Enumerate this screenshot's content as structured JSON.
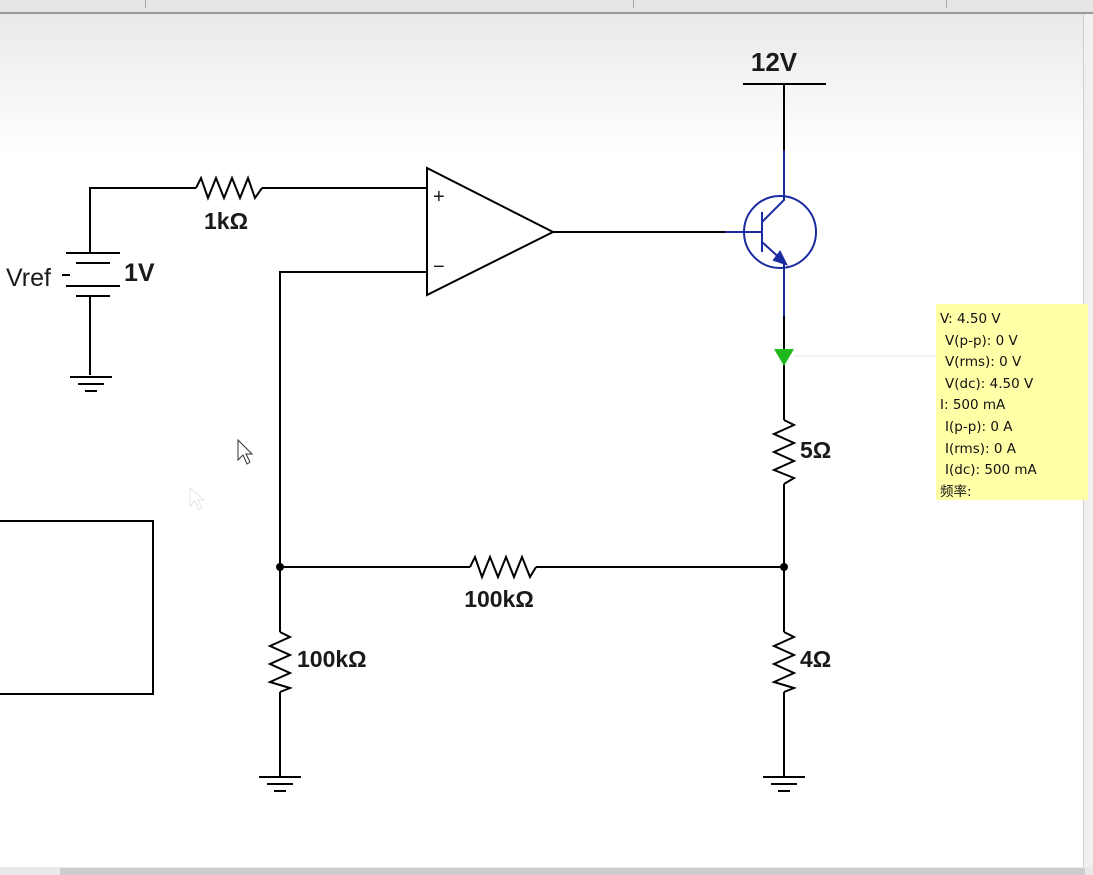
{
  "schematic": {
    "supply_label": "12V",
    "vref_label": "Vref",
    "vref_value": "1V",
    "resistors": {
      "r_input": "1kΩ",
      "r_feedback": "100kΩ",
      "r_ground": "100kΩ",
      "r_top": "5Ω",
      "r_bottom": "4Ω"
    },
    "opamp": {
      "plus": "+",
      "minus": "−"
    }
  },
  "probe": {
    "v": "V: 4.50 V",
    "v_pp": "V(p-p): 0 V",
    "v_rms": "V(rms): 0 V",
    "v_dc": "V(dc): 4.50 V",
    "i": "I: 500 mA",
    "i_pp": "I(p-p): 0 A",
    "i_rms": "I(rms): 0 A",
    "i_dc": "I(dc): 500 mA",
    "freq": "频率:"
  },
  "colors": {
    "wire": "#000000",
    "transistor": "#1a2aa0",
    "probe_marker": "#1fb81f",
    "tooltip_bg": "#ffffa8"
  }
}
